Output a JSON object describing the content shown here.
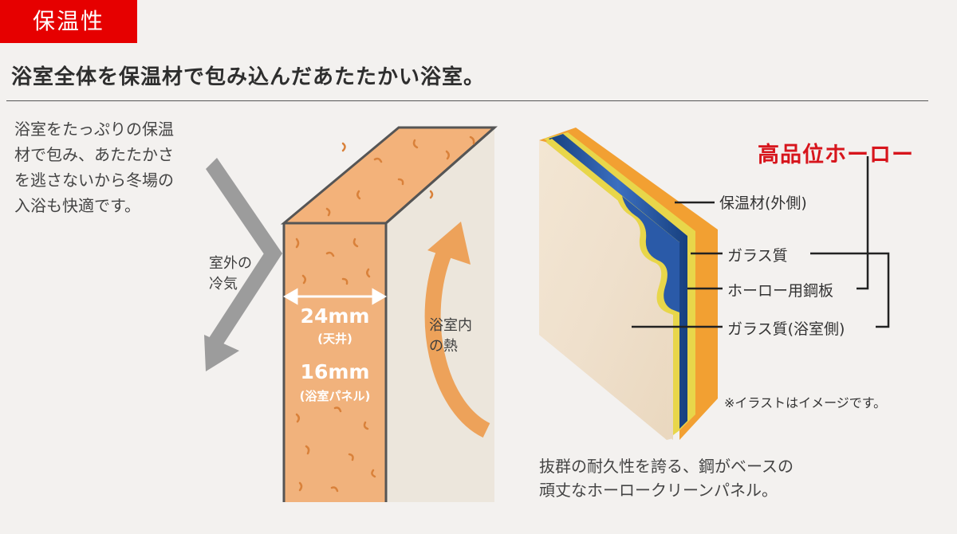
{
  "badge": "保温性",
  "headline": "浴室全体を保温材で包み込んだあたたかい浴室。",
  "intro": "浴室をたっぷりの保温材で包み、あたたかさを逃さないから冬場の入浴も快適です。",
  "left_diagram": {
    "cold_label_1": "室外の",
    "cold_label_2": "冷気",
    "heat_label_1": "浴室内",
    "heat_label_2": "の熱",
    "ceiling_thickness": "24mm",
    "ceiling_note": "(天井)",
    "panel_thickness": "16mm",
    "panel_note": "(浴室パネル)"
  },
  "right_diagram": {
    "title": "高品位ホーロー",
    "layers": [
      "保温材(外側)",
      "ガラス質",
      "ホーロー用鋼板",
      "ガラス質(浴室側)"
    ],
    "note": "※イラストはイメージです。"
  },
  "caption_1": "抜群の耐久性を誇る、鋼がベースの",
  "caption_2": "頑丈なホーロークリーンパネル。",
  "colors": {
    "badge_red": "#e60000",
    "title_red": "#d7151c",
    "insulation_orange": "#f2a14a",
    "steel_blue": "#1f4f9a",
    "glass_yellow": "#e6d34c"
  }
}
